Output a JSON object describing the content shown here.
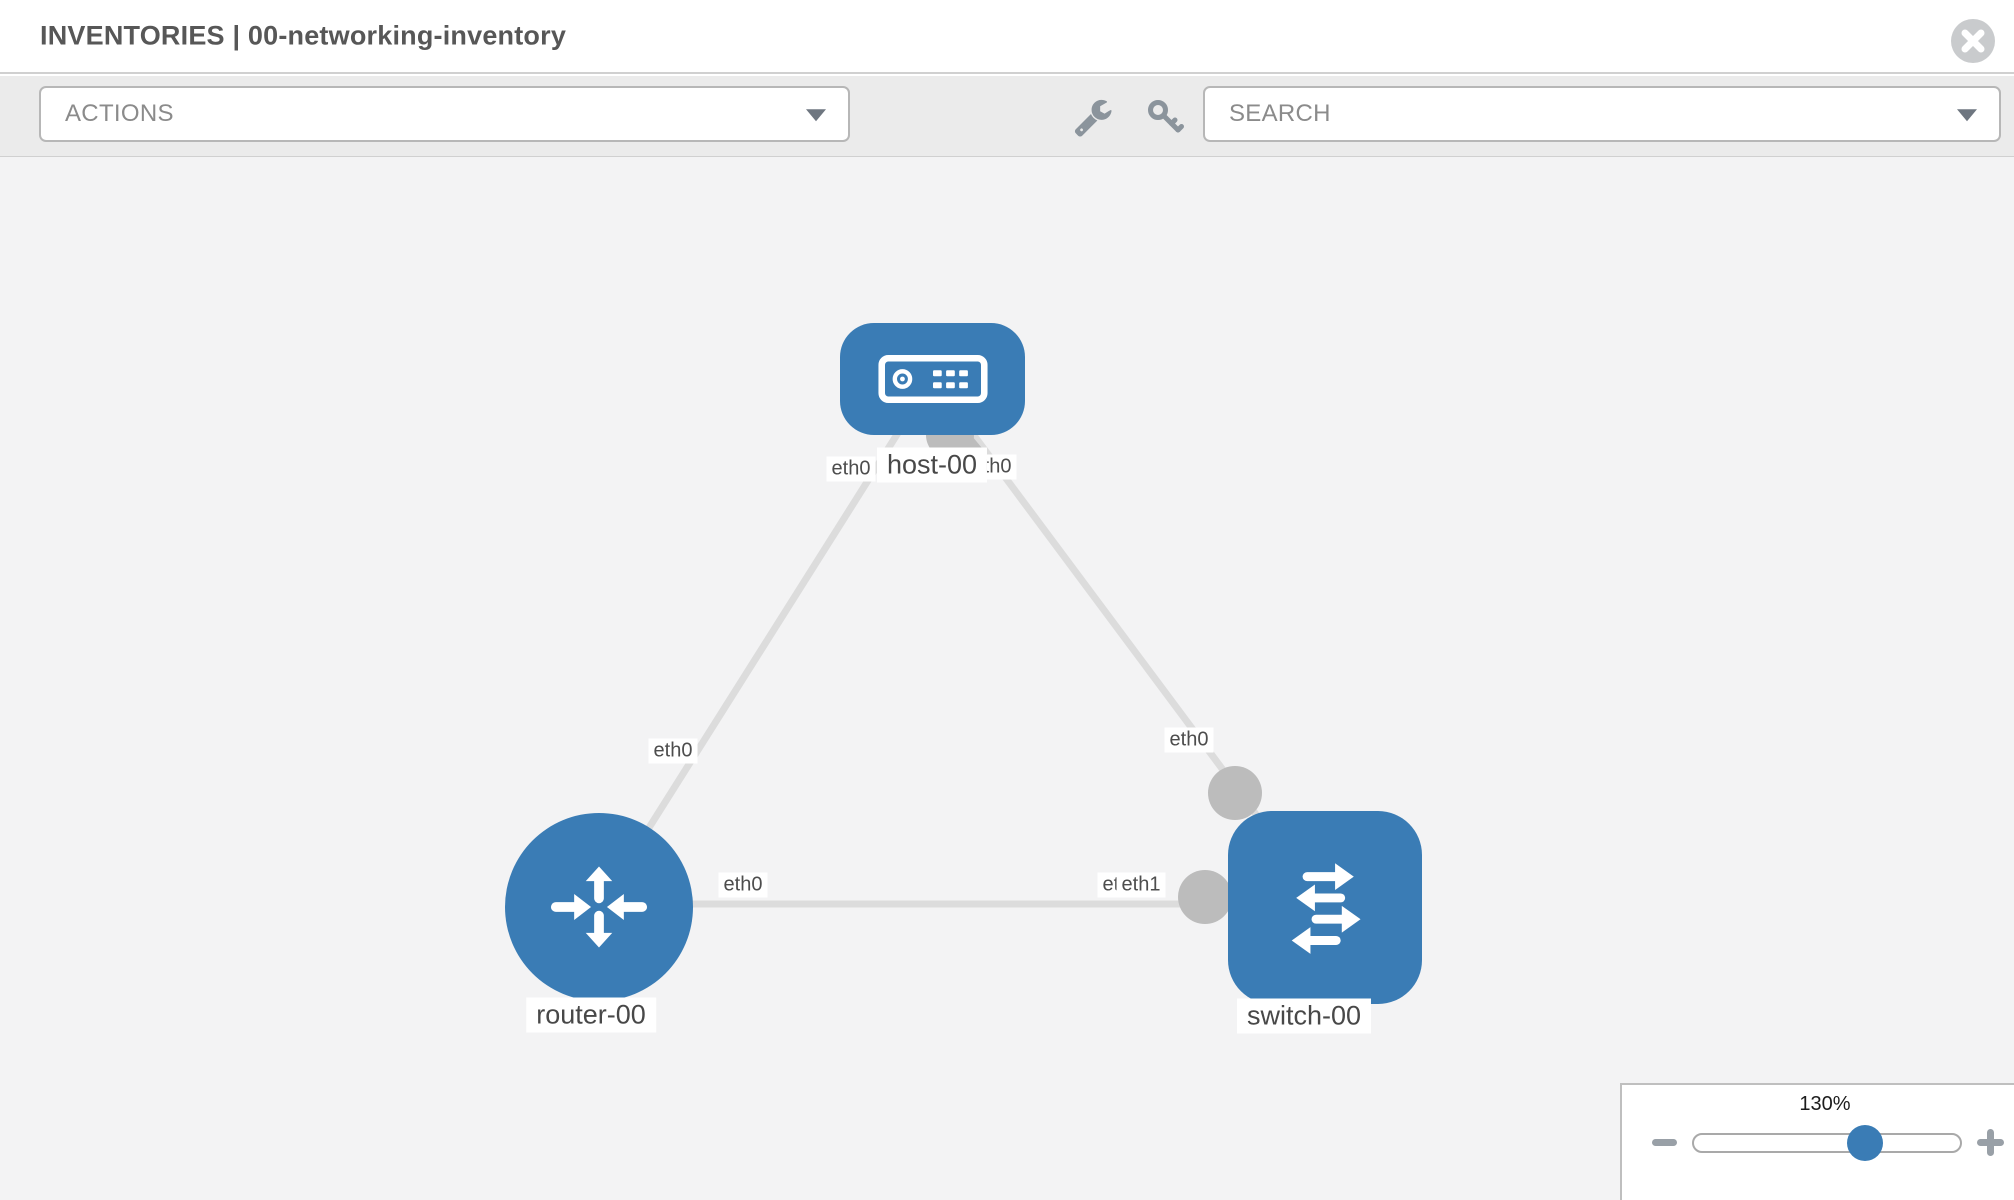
{
  "header": {
    "title": "INVENTORIES | 00-networking-inventory"
  },
  "toolbar": {
    "actions_label": "ACTIONS",
    "search_placeholder": "SEARCH",
    "icons": [
      "wrench-icon",
      "key-icon"
    ]
  },
  "topology": {
    "node_labels": {
      "host": "host-00",
      "router": "router-00",
      "switch": "switch-00"
    },
    "iface_labels": {
      "host_left": "eth0",
      "host_right": "eth0",
      "mid_left": "eth0",
      "mid_right": "eth0",
      "router_right": "eth0",
      "switch_a": "eth0",
      "switch_b": "eth1"
    },
    "links": [
      {
        "from": "router-00",
        "from_if": "eth0",
        "to": "host-00",
        "to_if": "eth0"
      },
      {
        "from": "switch-00",
        "from_if": "eth0",
        "to": "host-00",
        "to_if": "eth0"
      },
      {
        "from": "router-00",
        "from_if": "eth0",
        "to": "switch-00",
        "to_if": "eth1"
      }
    ]
  },
  "zoom_control": {
    "level": "130%"
  },
  "colors": {
    "node_blue": "#3a7cb5",
    "link_gray": "#dcdcdc",
    "connector_gray": "#bcbcbc",
    "canvas_bg": "#f3f3f4",
    "toolbar_bg": "#ebebeb",
    "header_bg": "#ffffff",
    "border_gray": "#d0d0d0",
    "control_border": "#b7b7b7",
    "placeholder_text": "#8b8b8b",
    "icon_gray": "#8b949c",
    "label_text": "#4d4d4d",
    "title_text": "#575757",
    "close_gray": "#c9cbcd",
    "caret_gray": "#6e7680",
    "slider_control_gray": "#99a0a7"
  }
}
